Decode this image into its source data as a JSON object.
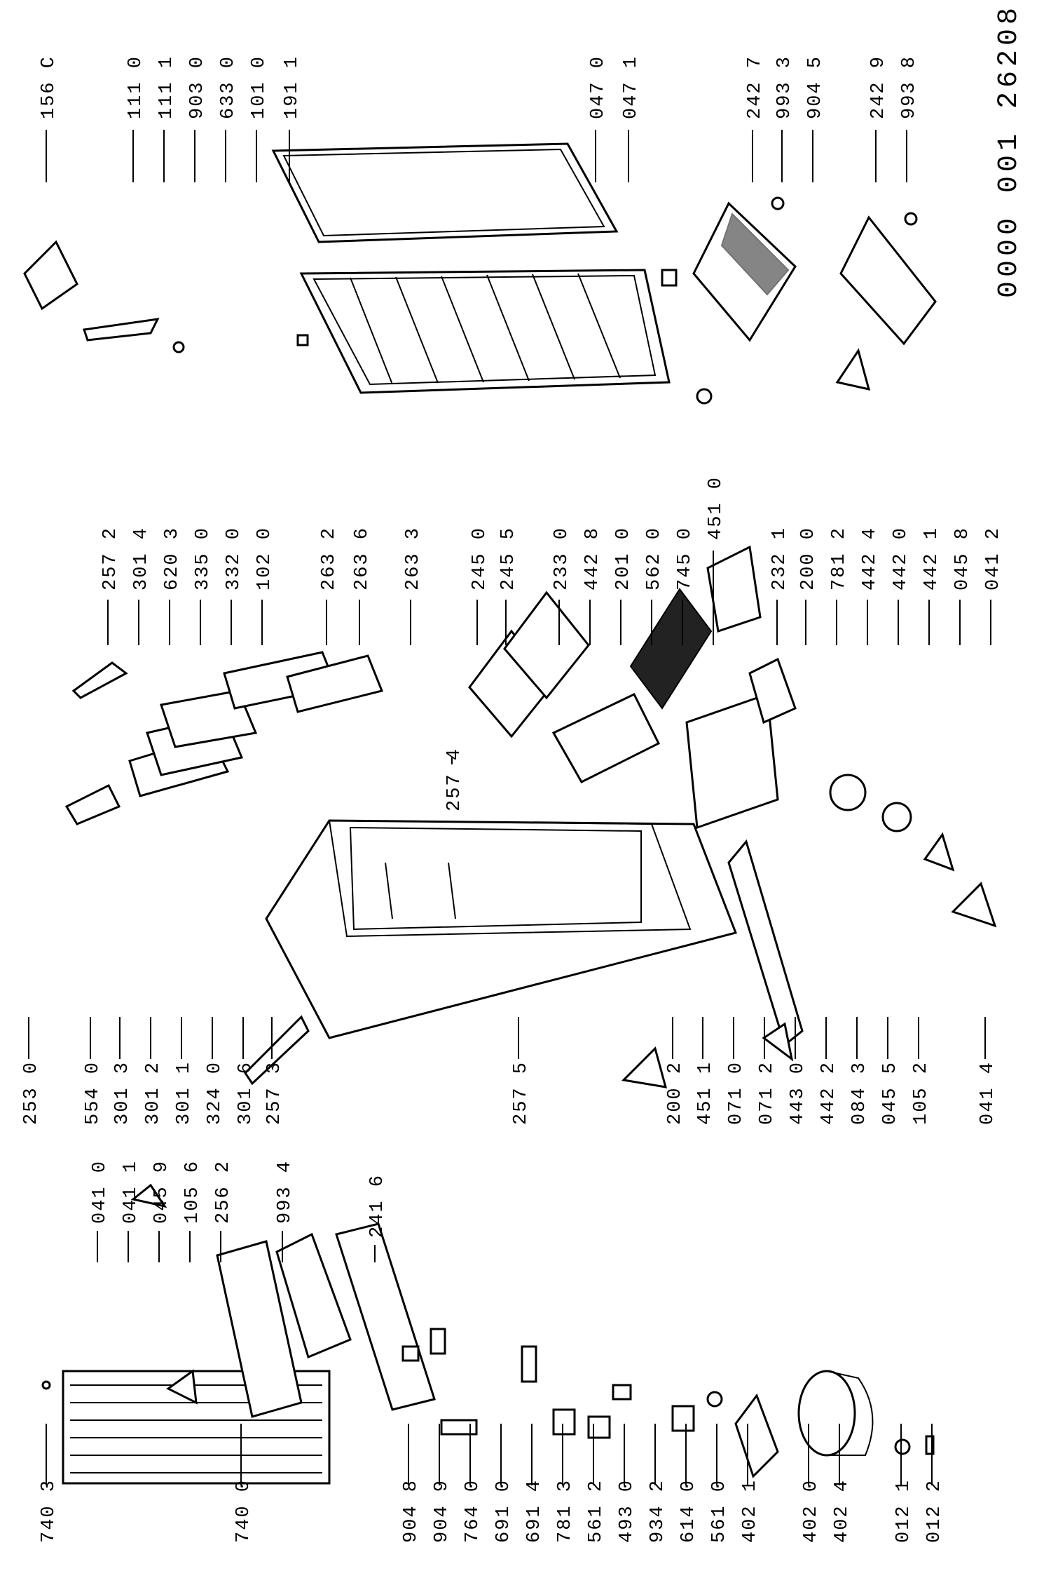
{
  "drawing_code": "0000 001 26208",
  "labels": [
    "156 C",
    "111 0",
    "111 1",
    "903 0",
    "633 0",
    "101 0",
    "191 1",
    "047 0",
    "047 1",
    "242 7",
    "993 3",
    "904 5",
    "242 9",
    "993 8",
    "257 2",
    "301 4",
    "620 3",
    "335 0",
    "332 0",
    "102 0",
    "263 2",
    "263 6",
    "263 3",
    "245 0",
    "245 5",
    "233 0",
    "442 8",
    "201 0",
    "562 0",
    "745 0",
    "451 0",
    "232 1",
    "200 0",
    "781 2",
    "442 4",
    "442 0",
    "442 1",
    "045 8",
    "041 2",
    "257 4",
    "253 0",
    "554 0",
    "301 3",
    "301 2",
    "301 1",
    "324 0",
    "301 6",
    "257 3",
    "257 5",
    "200 2",
    "451 1",
    "071 0",
    "071 2",
    "443 0",
    "442 2",
    "084 3",
    "045 5",
    "105 2",
    "041 4",
    "041 0",
    "041 1",
    "045 9",
    "105 6",
    "256 2",
    "993 4",
    "241 6",
    "740 3",
    "740 0",
    "904 8",
    "904 9",
    "764 0",
    "691 0",
    "691 4",
    "781 3",
    "561 2",
    "493 0",
    "934 2",
    "614 0",
    "561 0",
    "402 1",
    "402 0",
    "402 4",
    "012 1",
    "012 2"
  ]
}
